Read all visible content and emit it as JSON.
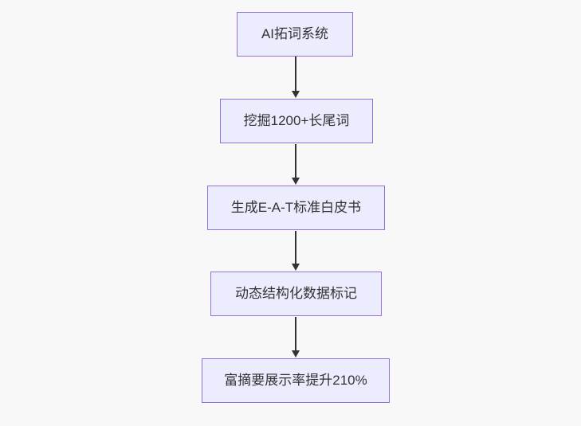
{
  "diagram": {
    "type": "flowchart",
    "direction": "top-down",
    "nodes": [
      {
        "id": "n1",
        "label": "AI拓词系统"
      },
      {
        "id": "n2",
        "label": "挖掘1200+长尾词"
      },
      {
        "id": "n3",
        "label": "生成E-A-T标准白皮书"
      },
      {
        "id": "n4",
        "label": "动态结构化数据标记"
      },
      {
        "id": "n5",
        "label": "富摘要展示率提升210%"
      }
    ],
    "edges": [
      {
        "from": "n1",
        "to": "n2"
      },
      {
        "from": "n2",
        "to": "n3"
      },
      {
        "from": "n3",
        "to": "n4"
      },
      {
        "from": "n4",
        "to": "n5"
      }
    ],
    "colors": {
      "node_fill": "#ECECFF",
      "node_border": "#9370DB",
      "edge_line": "#333333",
      "text": "#333333",
      "background": "#F8F8F8"
    }
  }
}
